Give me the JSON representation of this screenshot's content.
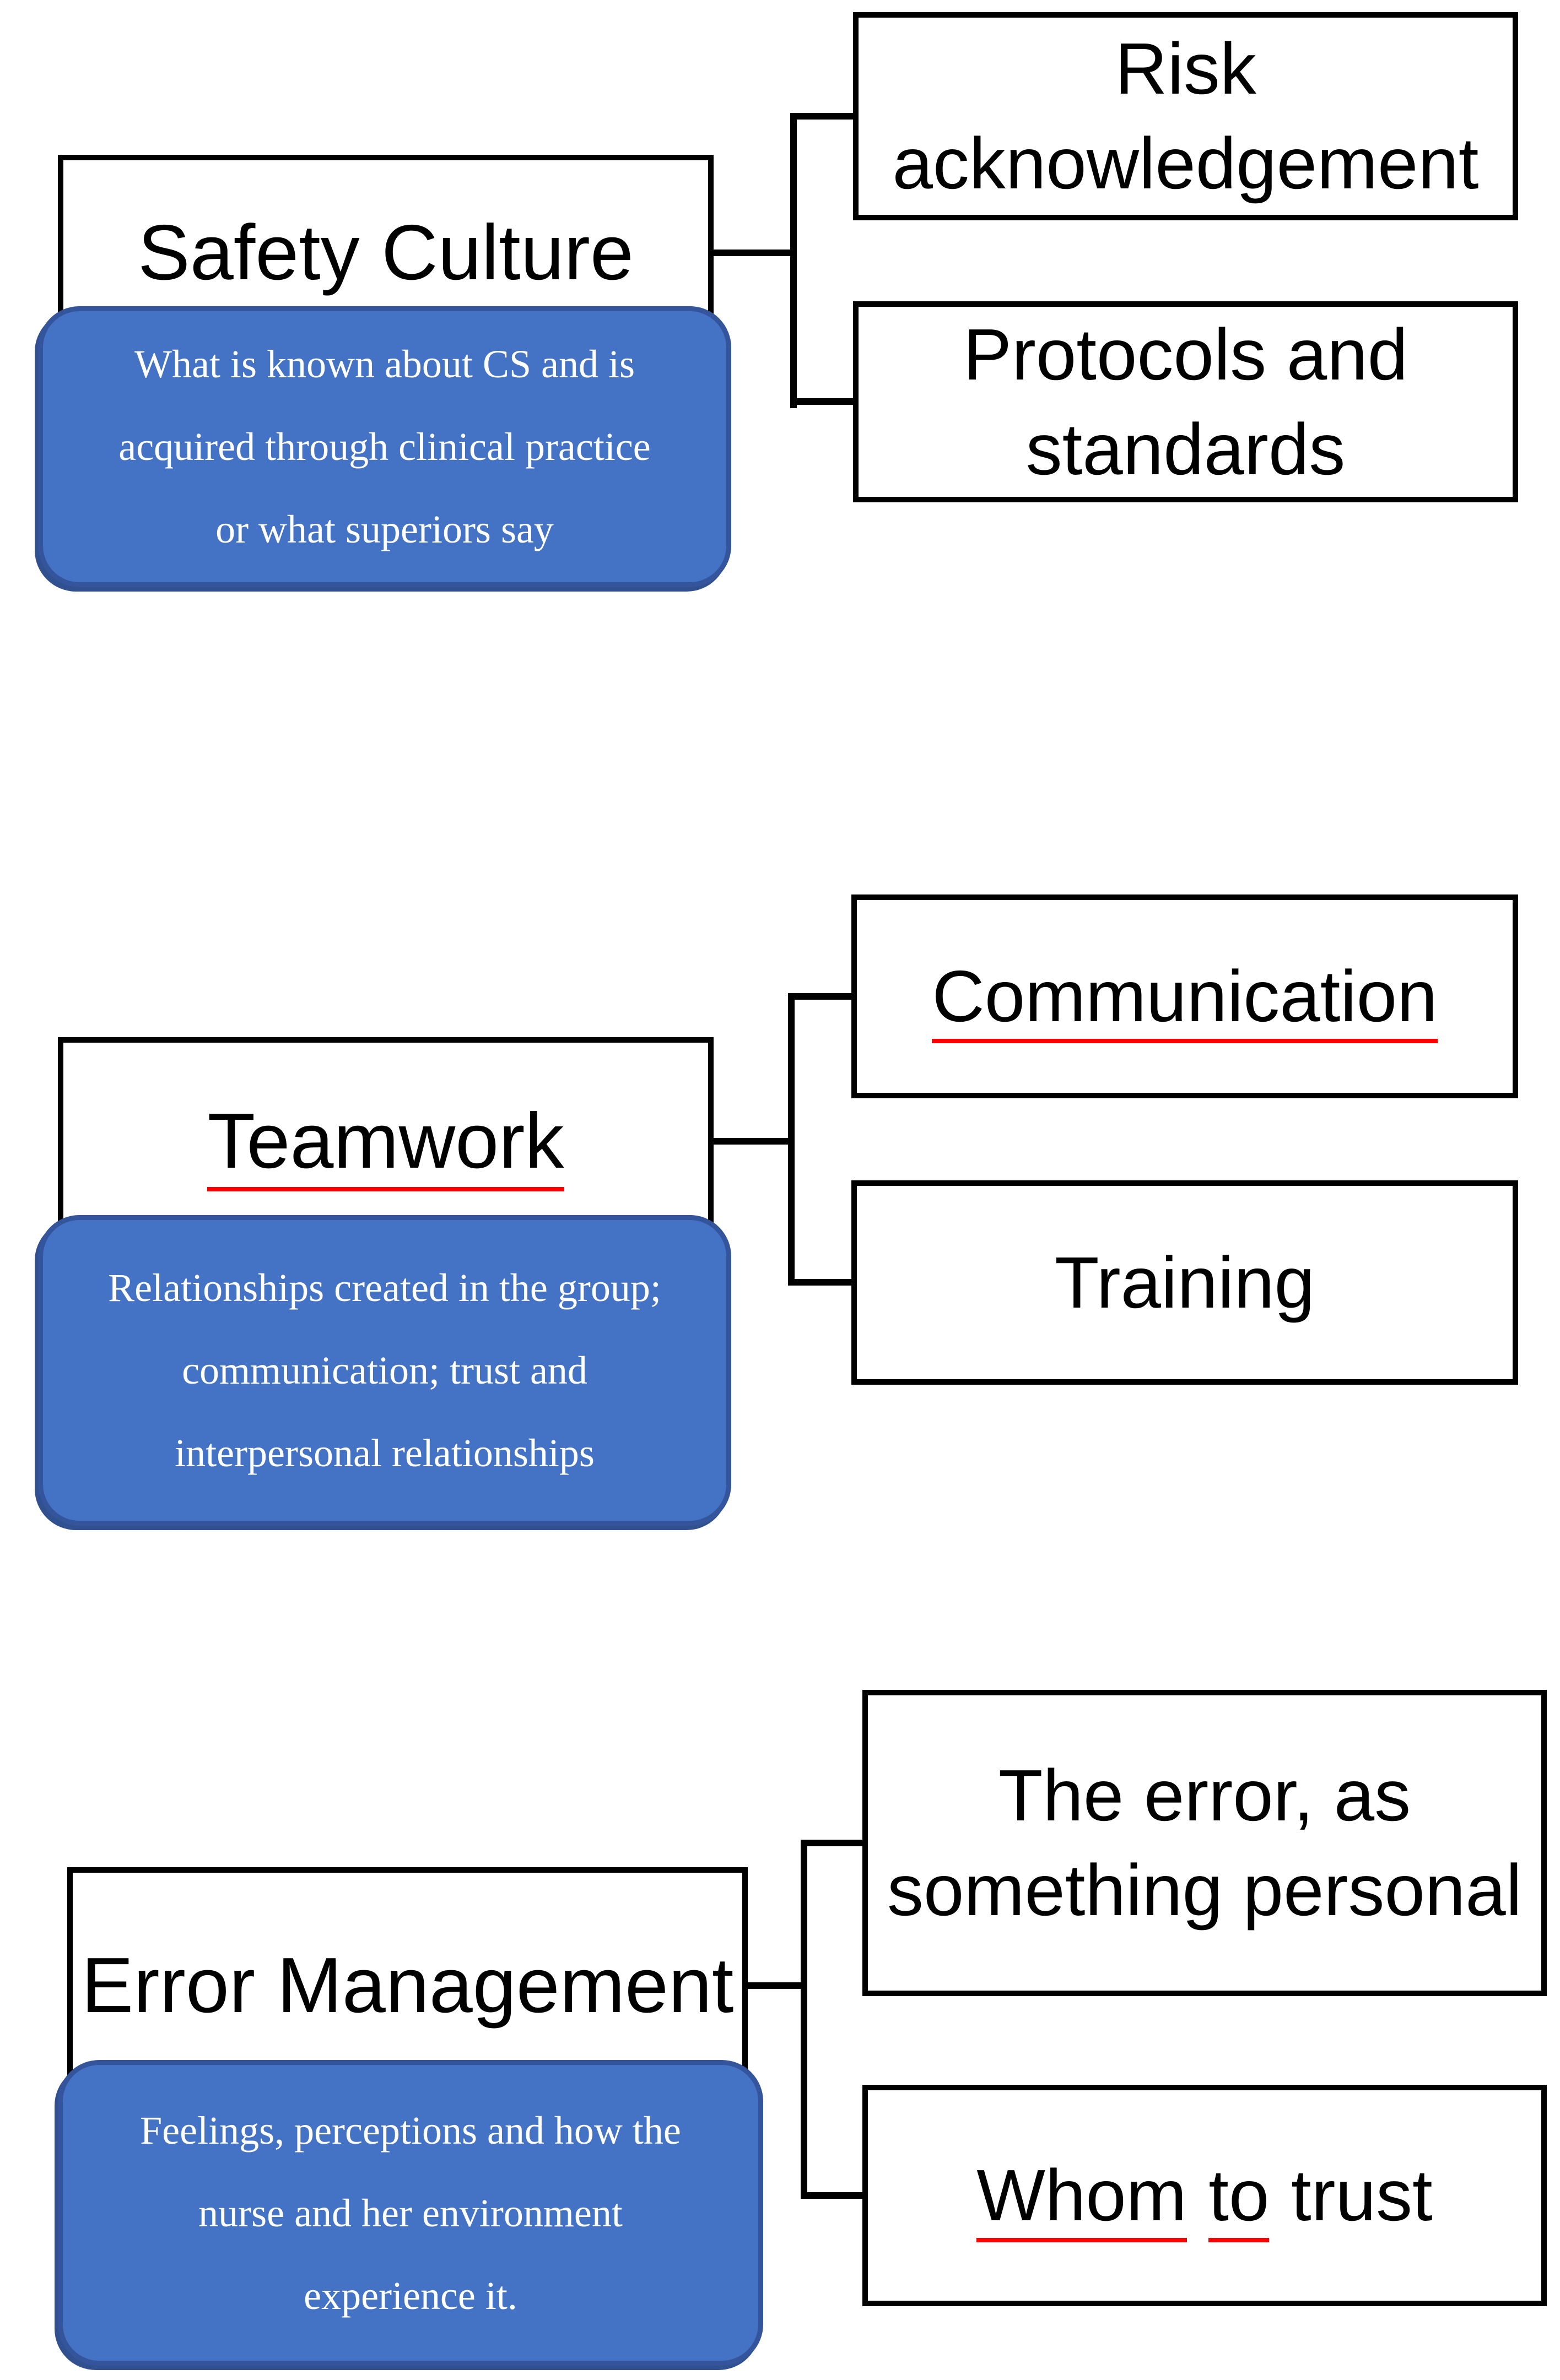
{
  "diagram": {
    "colors": {
      "node_fill": "#FFFFFF",
      "node_border": "#000000",
      "note_fill": "#4472C4",
      "note_border": "#34549B",
      "note_text": "#FFFFFF",
      "connector": "#000000",
      "spellcheck_underline": "#FF0000"
    },
    "sections": [
      {
        "title": "Safety Culture",
        "note": {
          "line1": "What is known about CS and is",
          "line2": "acquired through clinical practice",
          "line3": "or what superiors say"
        },
        "children": [
          {
            "line1": "Risk",
            "line2": "acknowledgement"
          },
          {
            "line1": "Protocols and",
            "line2": "standards"
          }
        ]
      },
      {
        "title": "Teamwork",
        "note": {
          "line1": "Relationships created in the group;",
          "line2": "communication; trust and",
          "line3": "interpersonal relationships"
        },
        "children": [
          {
            "line1": "Communication"
          },
          {
            "line1": "Training"
          }
        ]
      },
      {
        "title": "Error Management",
        "note": {
          "line1": "Feelings, perceptions and how the",
          "line2": "nurse and her environment",
          "line3": "experience it."
        },
        "children": [
          {
            "line1": "The error, as",
            "line2": "something personal"
          },
          {
            "word1": "Whom",
            "word2": "to",
            "word3": "trust"
          }
        ]
      }
    ]
  }
}
